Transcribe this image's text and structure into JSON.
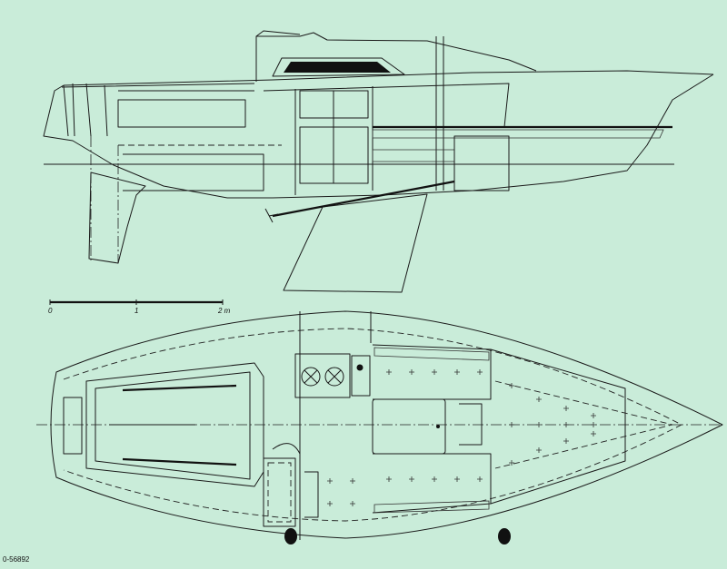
{
  "scale_bar": {
    "labels": [
      "0",
      "1",
      "2 m"
    ]
  },
  "drawing_number": "0-56892",
  "colors": {
    "background": "#c9ecd9",
    "ink": "#1a1a1a"
  }
}
